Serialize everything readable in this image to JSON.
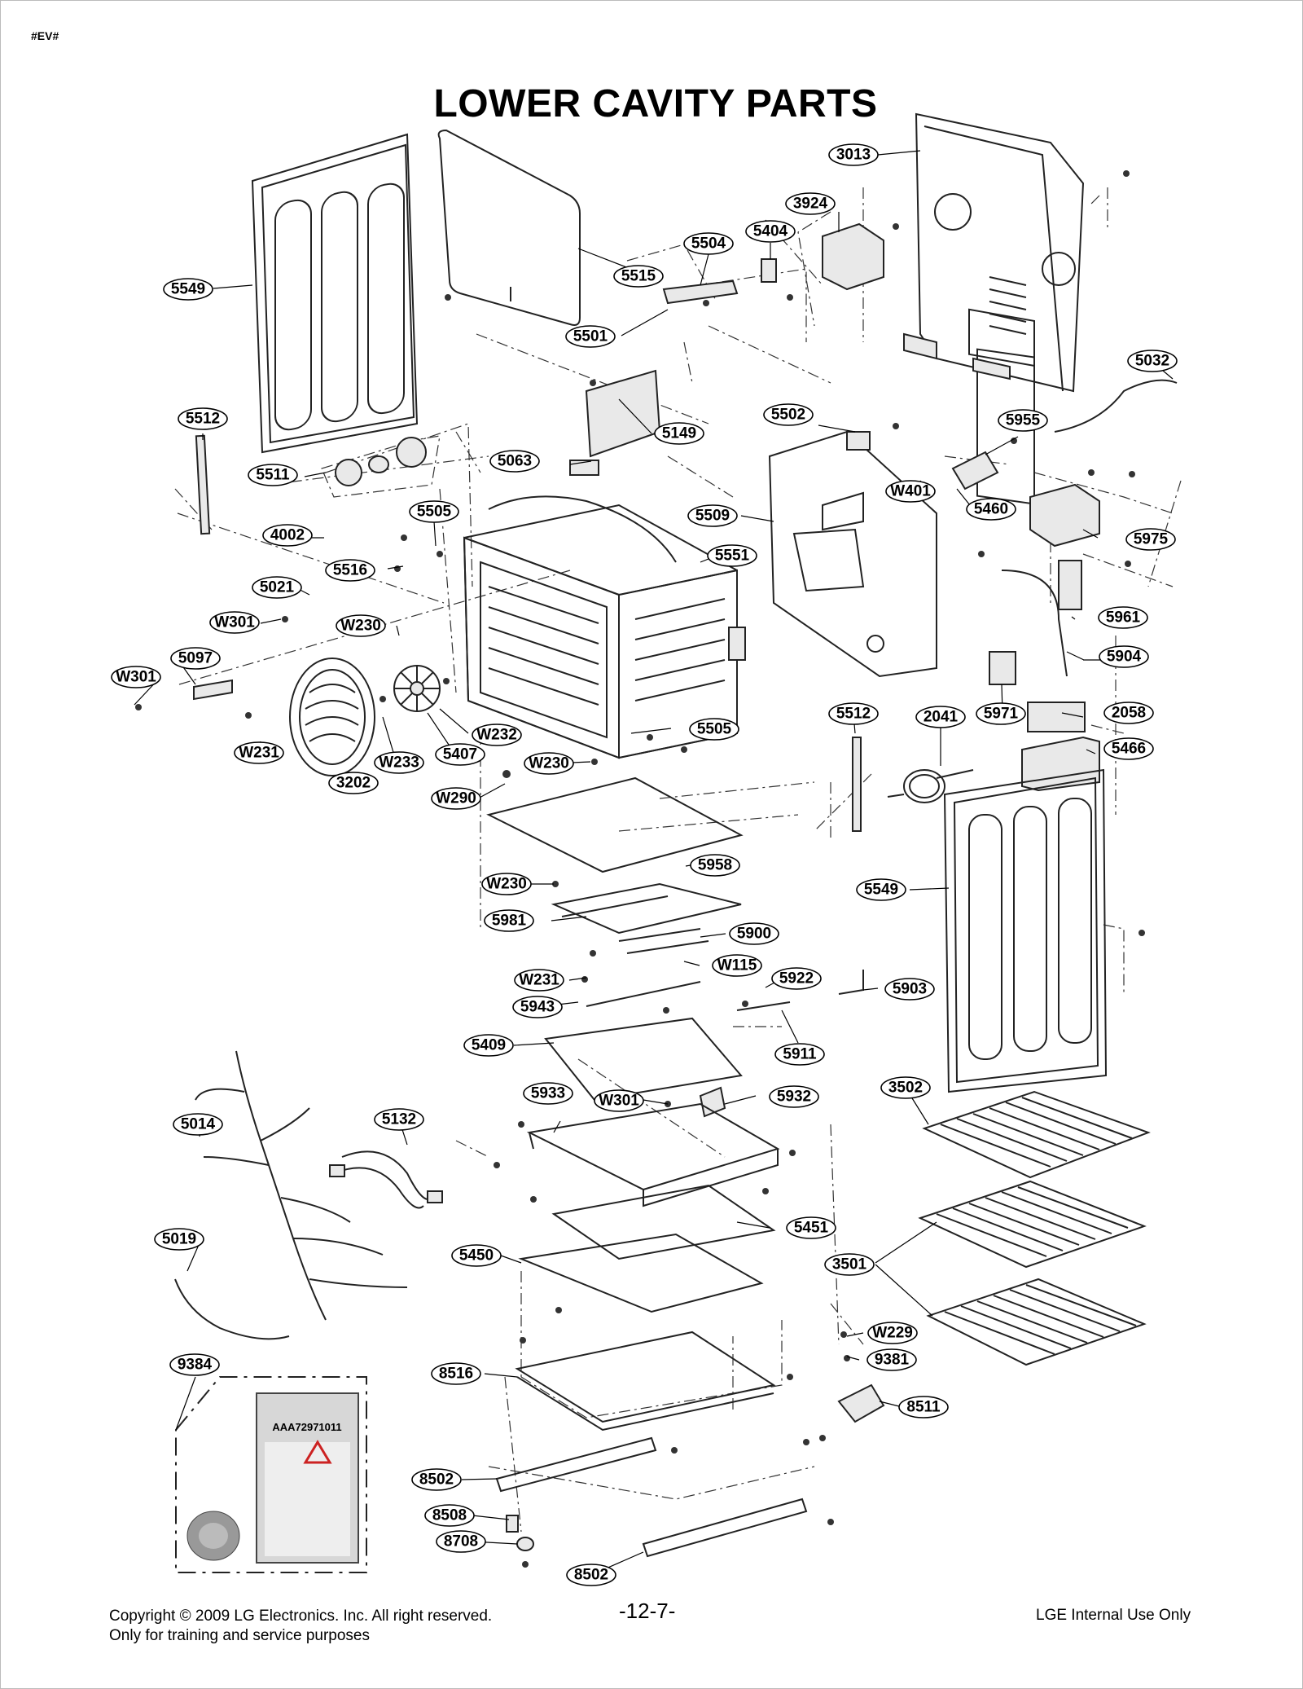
{
  "header": {
    "tag": "#EV#",
    "title": "LOWER CAVITY PARTS"
  },
  "kit_label": "AAA72971011",
  "labels": {
    "p3013": "3013",
    "p3924": "3924",
    "p5404": "5404",
    "p5504": "5504",
    "p5549a": "5549",
    "p5515": "5515",
    "p5501": "5501",
    "p5032": "5032",
    "p5512a": "5512",
    "p5149": "5149",
    "p5502": "5502",
    "p5955": "5955",
    "p5511": "5511",
    "p5063": "5063",
    "pW401": "W401",
    "p5460": "5460",
    "p5505a": "5505",
    "p5509": "5509",
    "p5975": "5975",
    "p4002": "4002",
    "p5551": "5551",
    "p5516": "5516",
    "p5021": "5021",
    "p5961": "5961",
    "pW301a": "W301",
    "pW230a": "W230",
    "p5097": "5097",
    "p5904": "5904",
    "pW301b": "W301",
    "p5512b": "5512",
    "p2041": "2041",
    "p2058": "2058",
    "p5971": "5971",
    "pW232": "W232",
    "p5505b": "5505",
    "p5466": "5466",
    "pW231a": "W231",
    "p5407": "5407",
    "pW233": "W233",
    "pW230b": "W230",
    "p3202": "3202",
    "pW290": "W290",
    "p5958": "5958",
    "pW230c": "W230",
    "p5549b": "5549",
    "p5981": "5981",
    "p5900": "5900",
    "pW115": "W115",
    "pW231b": "W231",
    "p5922": "5922",
    "p5903": "5903",
    "p5943": "5943",
    "p5409": "5409",
    "p5911": "5911",
    "p5933": "5933",
    "pW301c": "W301",
    "p5932": "5932",
    "p3502": "3502",
    "p5014": "5014",
    "p5132": "5132",
    "p5451": "5451",
    "p5019": "5019",
    "p5450": "5450",
    "p3501": "3501",
    "pW229": "W229",
    "p9384": "9384",
    "p9381": "9381",
    "p8516": "8516",
    "p8511": "8511",
    "p8502a": "8502",
    "p8508": "8508",
    "p8708": "8708",
    "p8502b": "8502"
  },
  "footer": {
    "copyright": "Copyright © 2009 LG Electronics. Inc. All right reserved.",
    "note": "Only for training and service purposes",
    "page": "-12-7-",
    "internal": "LGE Internal Use Only"
  }
}
